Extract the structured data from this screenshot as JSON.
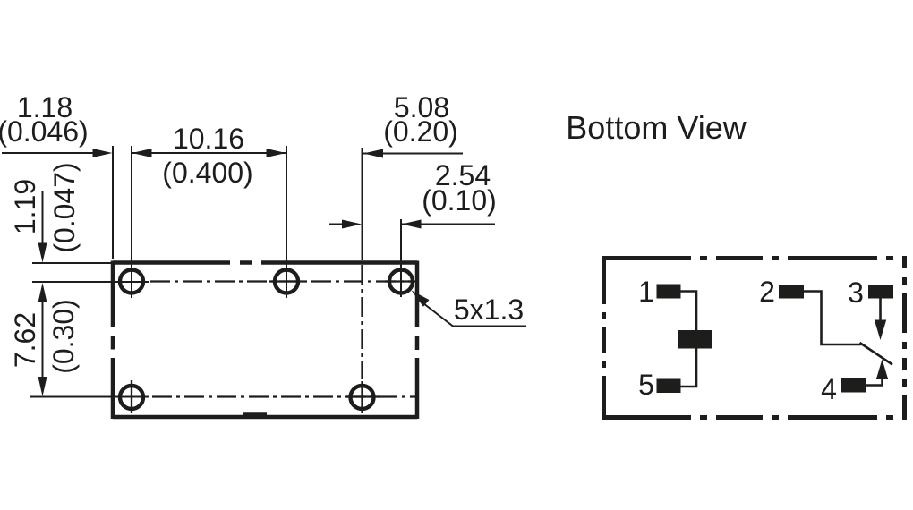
{
  "colors": {
    "ink": "#1d1d1b",
    "background": "#ffffff"
  },
  "drilling_plan": {
    "dims": {
      "edge_to_hole_mm": "1.18",
      "edge_to_hole_in": "(0.046)",
      "pitch_mm": "10.16",
      "pitch_in": "(0.400)",
      "offset_mm": "5.08",
      "offset_in": "(0.20)",
      "small_pitch_mm": "2.54",
      "small_pitch_in": "(0.10)",
      "top_edge_mm": "1.19",
      "top_edge_in": "(0.047)",
      "row_pitch_mm": "7.62",
      "row_pitch_in": "(0.30)"
    },
    "hole_note": "5x1.3"
  },
  "bottom_view": {
    "title": "Bottom View",
    "pins": {
      "p1": "1",
      "p2": "2",
      "p3": "3",
      "p4": "4",
      "p5": "5"
    }
  }
}
